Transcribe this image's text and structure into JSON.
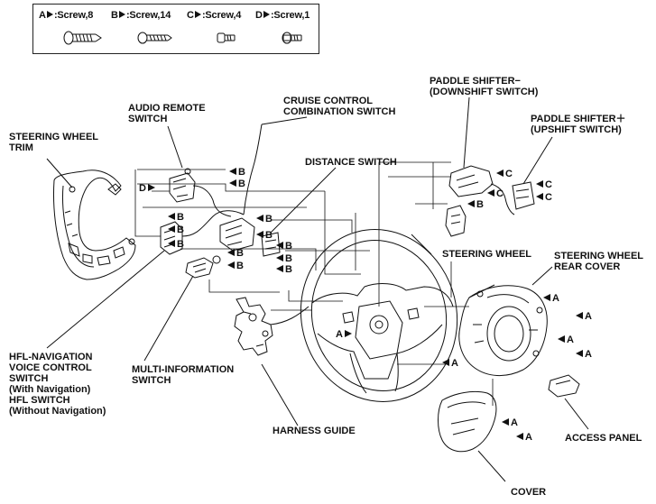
{
  "legend": [
    {
      "letter": "A",
      "text": ":Screw,8",
      "icon": "screw-a-icon"
    },
    {
      "letter": "B",
      "text": ":Screw,14",
      "icon": "screw-b-icon"
    },
    {
      "letter": "C",
      "text": ":Screw,4",
      "icon": "screw-c-icon"
    },
    {
      "letter": "D",
      "text": ":Screw,1",
      "icon": "screw-d-icon"
    }
  ],
  "labels": {
    "audio_remote_switch": [
      "AUDIO REMOTE",
      "SWITCH"
    ],
    "cruise_control": [
      "CRUISE CONTROL",
      "COMBINATION SWITCH"
    ],
    "paddle_minus": [
      "PADDLE SHIFTER−",
      "(DOWNSHIFT SWITCH)"
    ],
    "paddle_plus": [
      "PADDLE SHIFTER＋",
      "(UPSHIFT SWITCH)"
    ],
    "steering_wheel_trim": [
      "STEERING WHEEL",
      "TRIM"
    ],
    "distance_switch": [
      "DISTANCE SWITCH"
    ],
    "steering_wheel": [
      "STEERING WHEEL"
    ],
    "steering_wheel_rear_cover": [
      "STEERING WHEEL",
      "REAR COVER"
    ],
    "hfl_navigation": [
      "HFL-NAVIGATION",
      "VOICE CONTROL",
      "SWITCH",
      "(With Navigation)",
      "HFL SWITCH",
      "(Without Navigation)"
    ],
    "multi_information": [
      "MULTI-INFORMATION",
      "SWITCH"
    ],
    "harness_guide": [
      "HARNESS GUIDE"
    ],
    "access_panel": [
      "ACCESS PANEL"
    ],
    "cover": [
      "COVER"
    ]
  },
  "callouts": {
    "d_trim": "D",
    "b_audio_1": "B",
    "b_audio_2": "B",
    "b_cruise_1": "B",
    "b_cruise_2": "B",
    "b_left_1": "B",
    "b_left_2": "B",
    "b_left_3": "B",
    "b_left_4": "B",
    "b_left_5": "B",
    "b_dist_1": "B",
    "b_dist_2": "B",
    "b_dist_3": "B",
    "c_minus_1": "C",
    "c_minus_2": "C",
    "c_plus_1": "C",
    "c_plus_2": "C",
    "b_paddle": "B",
    "a_wheel_left": "A",
    "a_wheel_mid": "A",
    "a_rear_1": "A",
    "a_rear_2": "A",
    "a_rear_3": "A",
    "a_rear_4": "A",
    "a_cover_1": "A",
    "a_cover_2": "A"
  }
}
